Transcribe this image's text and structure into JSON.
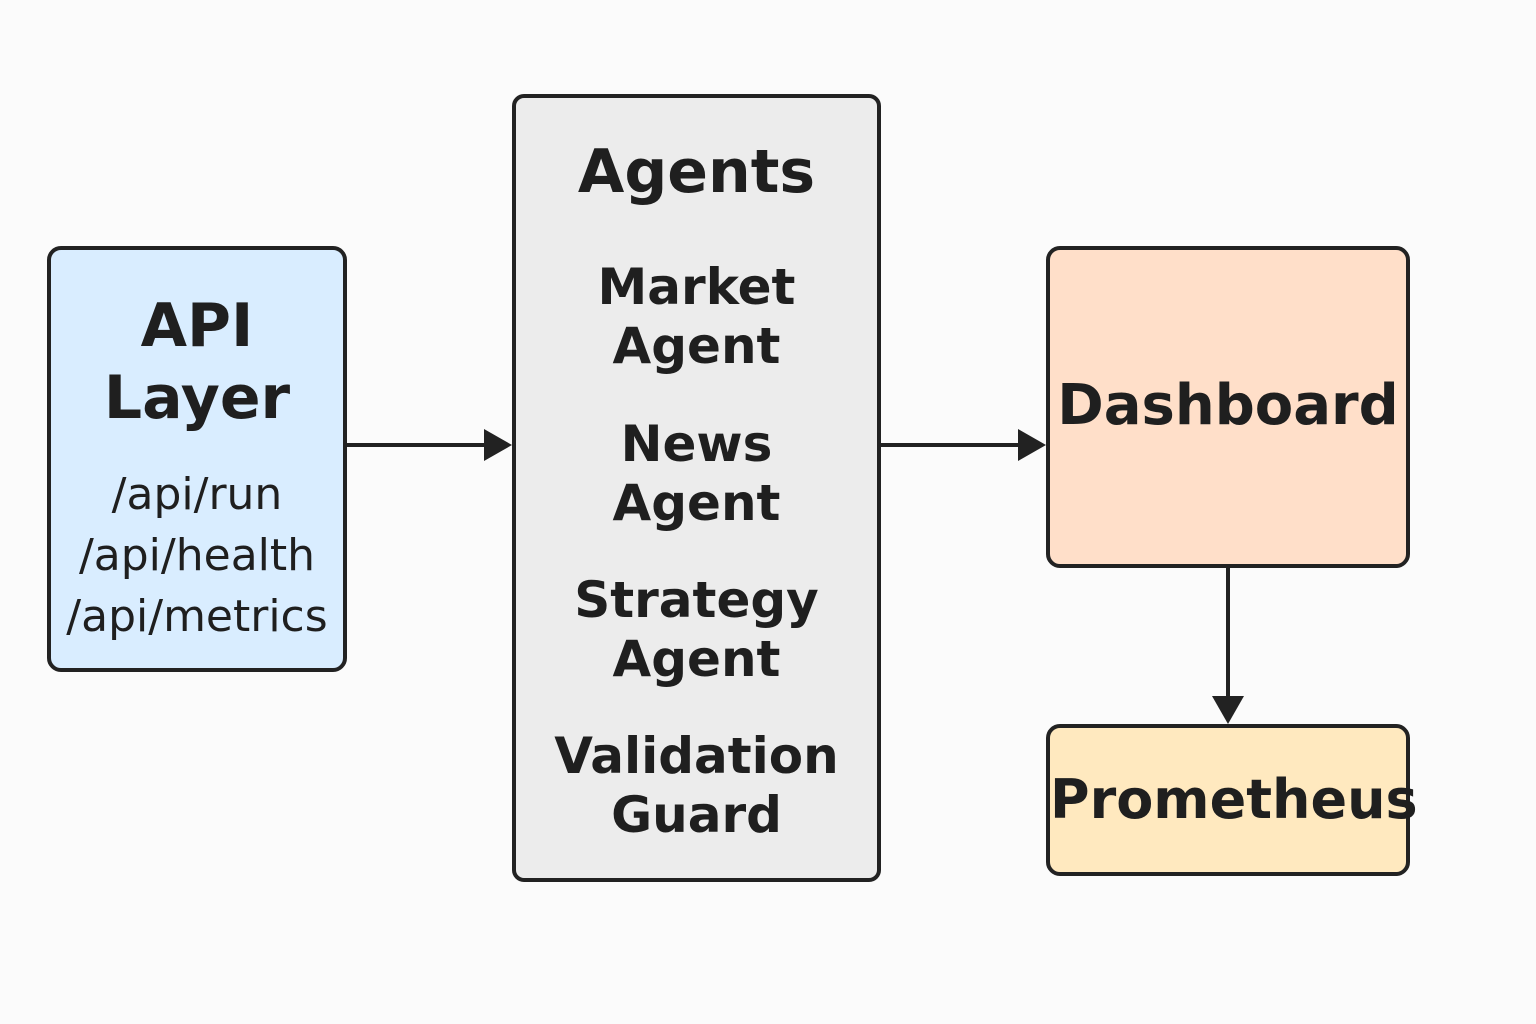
{
  "colors": {
    "api_fill": "#d9edff",
    "agents_fill": "#ececec",
    "dashboard_fill": "#ffdfc9",
    "prometheus_fill": "#ffe9bf",
    "stroke": "#222222",
    "text": "#1f1f1f"
  },
  "api_layer": {
    "title_lines": [
      "API",
      "Layer"
    ],
    "endpoints": [
      "/api/run",
      "/api/health",
      "/api/metrics"
    ]
  },
  "agents": {
    "title": "Agents",
    "items": [
      {
        "lines": [
          "Market",
          "Agent"
        ]
      },
      {
        "lines": [
          "News",
          "Agent"
        ]
      },
      {
        "lines": [
          "Strategy",
          "Agent"
        ]
      },
      {
        "lines": [
          "Validation",
          "Guard"
        ]
      }
    ]
  },
  "dashboard": {
    "title": "Dashboard"
  },
  "prometheus": {
    "title": "Prometheus"
  },
  "edges": [
    {
      "from": "API Layer",
      "to": "Agents"
    },
    {
      "from": "Agents",
      "to": "Dashboard"
    },
    {
      "from": "Dashboard",
      "to": "Prometheus"
    }
  ]
}
